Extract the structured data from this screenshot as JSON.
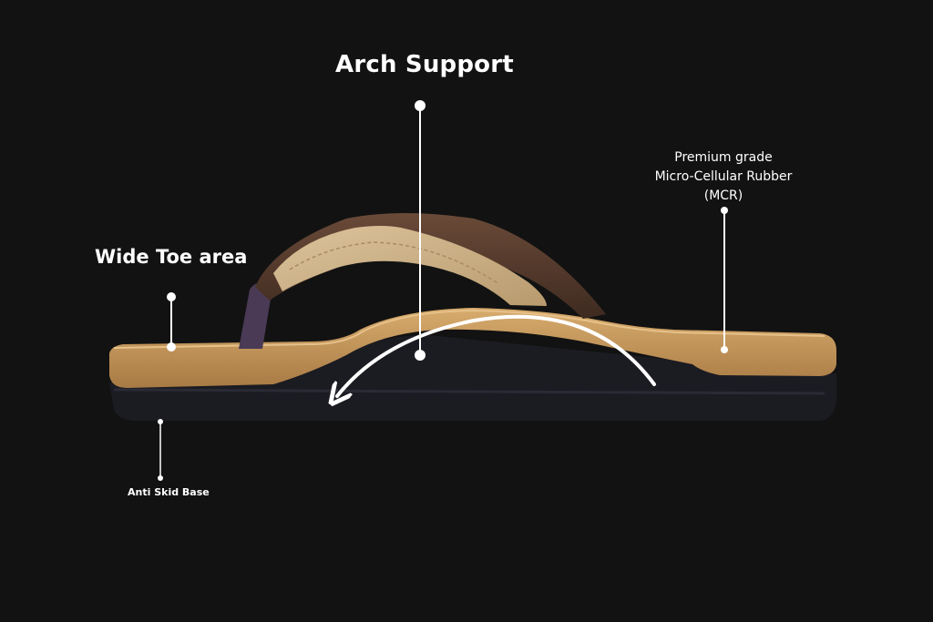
{
  "callouts": {
    "arch_support": "Arch Support",
    "wide_toe": "Wide Toe area",
    "mcr_line1": "Premium grade",
    "mcr_line2": "Micro-Cellular Rubber",
    "mcr_line3": "(MCR)",
    "anti_skid": "Anti Skid Base"
  },
  "colors": {
    "background": "#121212",
    "footbed": "#c79a5e",
    "footbed_edge": "#a87a44",
    "sole": "#1b1b22",
    "strap_beige": "#cdb48e",
    "strap_brown": "#5a3e30",
    "toe_post": "#4a3a55",
    "annotation": "#ffffff"
  }
}
